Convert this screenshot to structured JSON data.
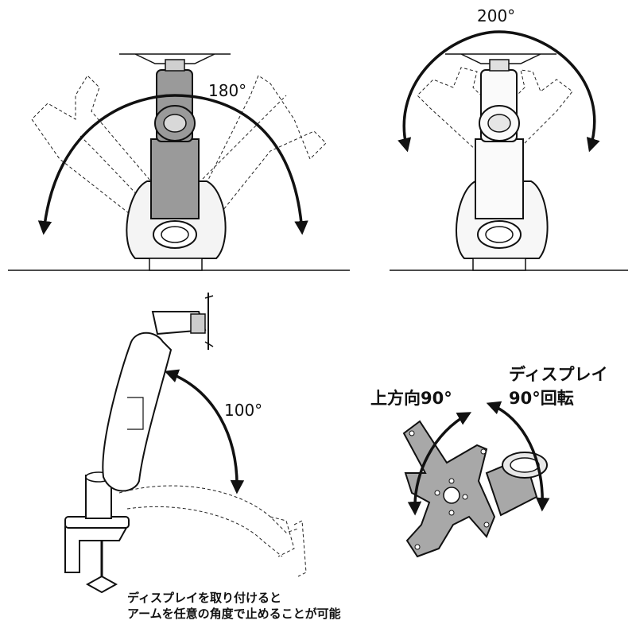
{
  "panels": {
    "swivel_left": {
      "angle_label": "180°"
    },
    "swivel_right": {
      "angle_label": "200°"
    },
    "arm_tilt": {
      "angle_label": "100°"
    },
    "display_mount": {
      "tilt_label": "上方向90°",
      "rotate_label_line1": "ディスプレイ",
      "rotate_label_line2": "90°回転"
    }
  },
  "caption": {
    "line1": "ディスプレイを取り付けると",
    "line2": "アームを任意の角度で止めることが可能"
  },
  "colors": {
    "ink": "#111111",
    "arm_fill": "#9a9a9a",
    "mount_fill": "#a8a8a8",
    "light_fill": "#f4f4f4"
  }
}
